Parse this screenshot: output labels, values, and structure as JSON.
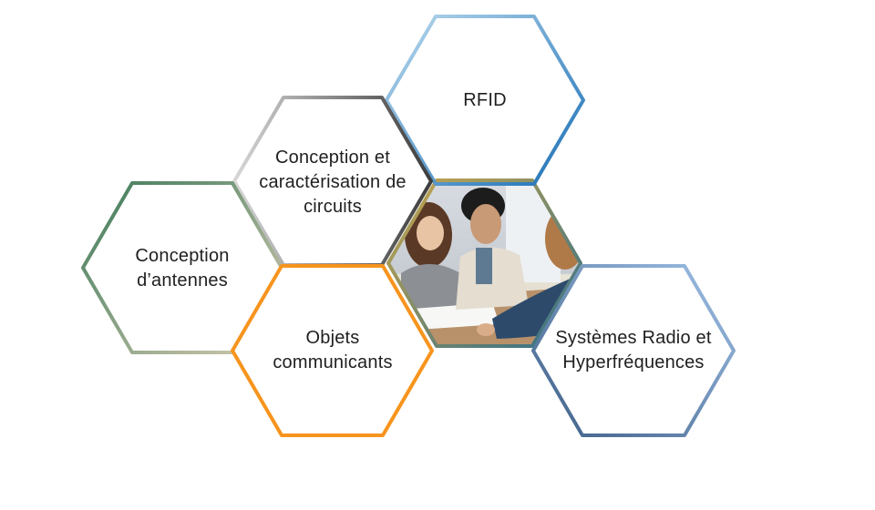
{
  "hexagons": {
    "rfid": {
      "label": "RFID",
      "colors": [
        "#b9d9ee",
        "#1a6fb5"
      ]
    },
    "circuits": {
      "label": "Conception et\ncaractérisation de\ncircuits",
      "colors": [
        "#d7d7d7",
        "#3c3c3c"
      ]
    },
    "antennes": {
      "label": "Conception\nd’antennes",
      "colors": [
        "#3d7a5a",
        "#d6cbb0"
      ]
    },
    "objets": {
      "label": "Objets\ncommunicants",
      "colors": [
        "#f7941d",
        "#f7941d"
      ]
    },
    "radio": {
      "label": "Systèmes Radio et\nHyperfréquences",
      "colors": [
        "#3e5f86",
        "#9fc0e6"
      ]
    },
    "photo": {
      "label": "",
      "colors": [
        "#c9a64a",
        "#2f6f8a"
      ]
    }
  }
}
